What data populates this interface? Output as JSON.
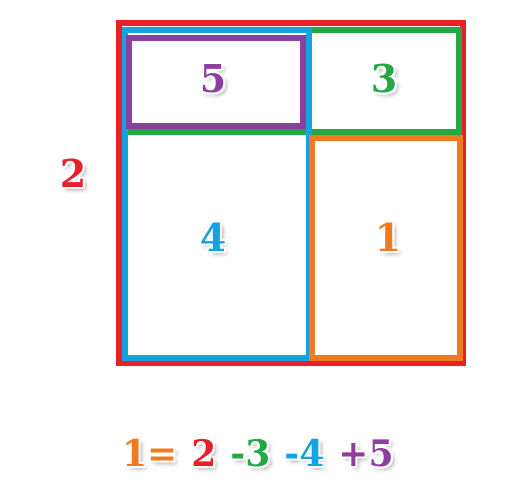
{
  "colors": {
    "red": "#e8202a",
    "green": "#22a845",
    "blue": "#12a3e0",
    "purple": "#8c3f9f",
    "orange": "#f07a22"
  },
  "regions": {
    "outer_label": "2",
    "top_right_label": "3",
    "left_label": "4",
    "top_left_label": "5",
    "bottom_right_label": "1"
  },
  "equation": {
    "t1": "1=",
    "t2": "2",
    "t3": "-3",
    "t4": "-4",
    "t5": "+5"
  }
}
